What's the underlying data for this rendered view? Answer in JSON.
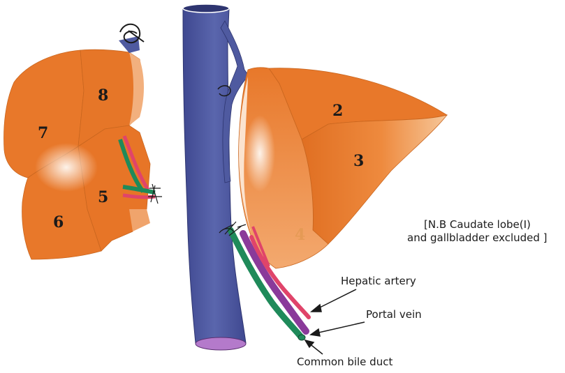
{
  "segments": {
    "s2": "2",
    "s3": "3",
    "s4": "4",
    "s5": "5",
    "s6": "6",
    "s7": "7",
    "s8": "8"
  },
  "labels": {
    "hepatic_artery": "Hepatic artery",
    "portal_vein": "Portal vein",
    "common_bile_duct": "Common bile duct"
  },
  "note": {
    "line1": "[N.B Caudate lobe(I)",
    "line2": "and gallbladder  excluded ]"
  },
  "colors": {
    "liver": "#e8782a",
    "liver_light": "#f4b07a",
    "vena_cava": "#4f5aa0",
    "hepatic_artery": "#e0446a",
    "portal_vein": "#8a3a9a",
    "bile_duct": "#1f8a5a"
  }
}
